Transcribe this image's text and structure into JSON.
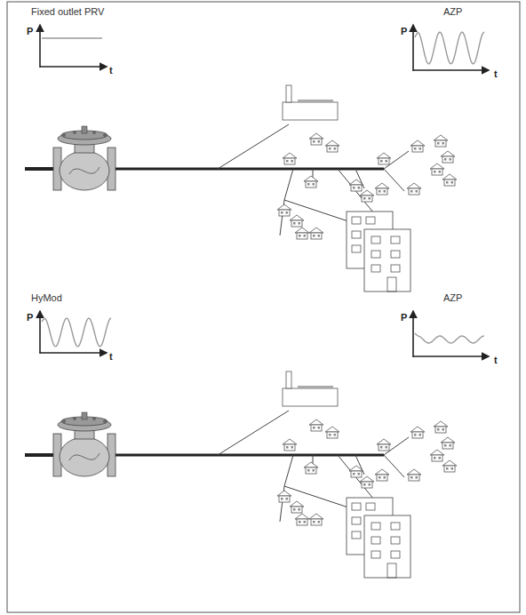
{
  "diagram": {
    "labels": [
      "Fixed outlet PRV",
      "AZP",
      "P",
      "t",
      "P",
      "t",
      "HyMod",
      "AZP",
      "P",
      "t",
      "P",
      "t"
    ]
  }
}
